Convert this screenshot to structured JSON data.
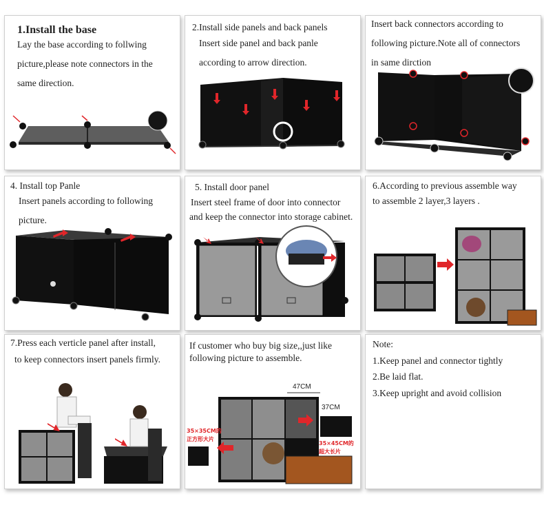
{
  "steps": [
    {
      "lines": [
        "1.Install the base",
        "Lay the base according to follwing",
        "picture,please note connectors in the",
        "same direction."
      ]
    },
    {
      "lines": [
        "2.Install side panels and back panels",
        "Insert side panel and back panle",
        "according to arrow direction."
      ]
    },
    {
      "lines": [
        "Insert back connectors according to",
        "following picture.Note all of connectors",
        "in same dirction"
      ]
    },
    {
      "lines": [
        "4. Install top Panle",
        "Insert panels according to following",
        "picture."
      ]
    },
    {
      "lines": [
        "5. Install door panel",
        "Insert steel frame of door into connector",
        "and keep the connector into storage cabinet."
      ]
    },
    {
      "lines": [
        "6.According to previous assemble way",
        "to assemble 2 layer,3 layers ."
      ]
    },
    {
      "lines": [
        "7.Press each verticle panel after install,",
        "to keep connectors insert panels firmly."
      ]
    },
    {
      "lines": [
        "If customer who buy big size,,just like",
        "following picture to assemble."
      ],
      "dim_width": "47CM",
      "dim_depth": "37CM",
      "label_small": "35×35CM的",
      "label_small_2": "正方形大片",
      "label_large": "35×45CM的",
      "label_large_2": "超大长片"
    },
    {
      "lines": [
        "Note:",
        "1.Keep panel and connector tightly",
        "2.Be laid flat.",
        "3.Keep upright and avoid collision"
      ]
    }
  ],
  "colors": {
    "panel": "#141414",
    "base_gray": "#5a5a5a",
    "arrow_red": "#e0262a",
    "door_frost": "#9a9a9a",
    "wood": "#a3561f"
  }
}
